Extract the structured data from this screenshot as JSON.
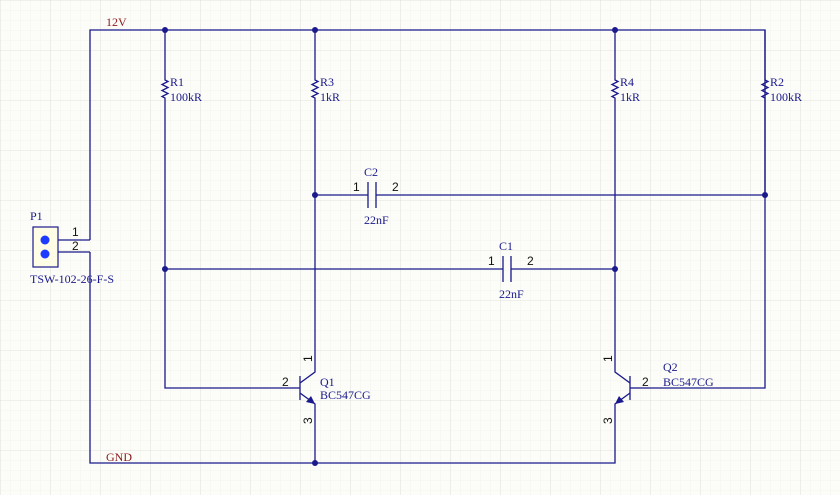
{
  "nets": {
    "vcc": "12V",
    "gnd": "GND"
  },
  "connector": {
    "ref": "P1",
    "part": "TSW-102-26-F-S",
    "pin1": "1",
    "pin2": "2"
  },
  "resistors": [
    {
      "ref": "R1",
      "value": "100kR"
    },
    {
      "ref": "R3",
      "value": "1kR"
    },
    {
      "ref": "R4",
      "value": "1kR"
    },
    {
      "ref": "R2",
      "value": "100kR"
    }
  ],
  "capacitors": [
    {
      "ref": "C2",
      "value": "22nF",
      "pin1": "1",
      "pin2": "2"
    },
    {
      "ref": "C1",
      "value": "22nF",
      "pin1": "1",
      "pin2": "2"
    }
  ],
  "transistors": [
    {
      "ref": "Q1",
      "part": "BC547CG",
      "pin_c": "1",
      "pin_b": "2",
      "pin_e": "3"
    },
    {
      "ref": "Q2",
      "part": "BC547CG",
      "pin_c": "1",
      "pin_b": "2",
      "pin_e": "3"
    }
  ],
  "colors": {
    "wire": "#1a1a8c",
    "net_label": "#8b1a1a",
    "pad": "#1e3cff",
    "grid": "#e6e6e0",
    "background": "#fcfcf8"
  }
}
